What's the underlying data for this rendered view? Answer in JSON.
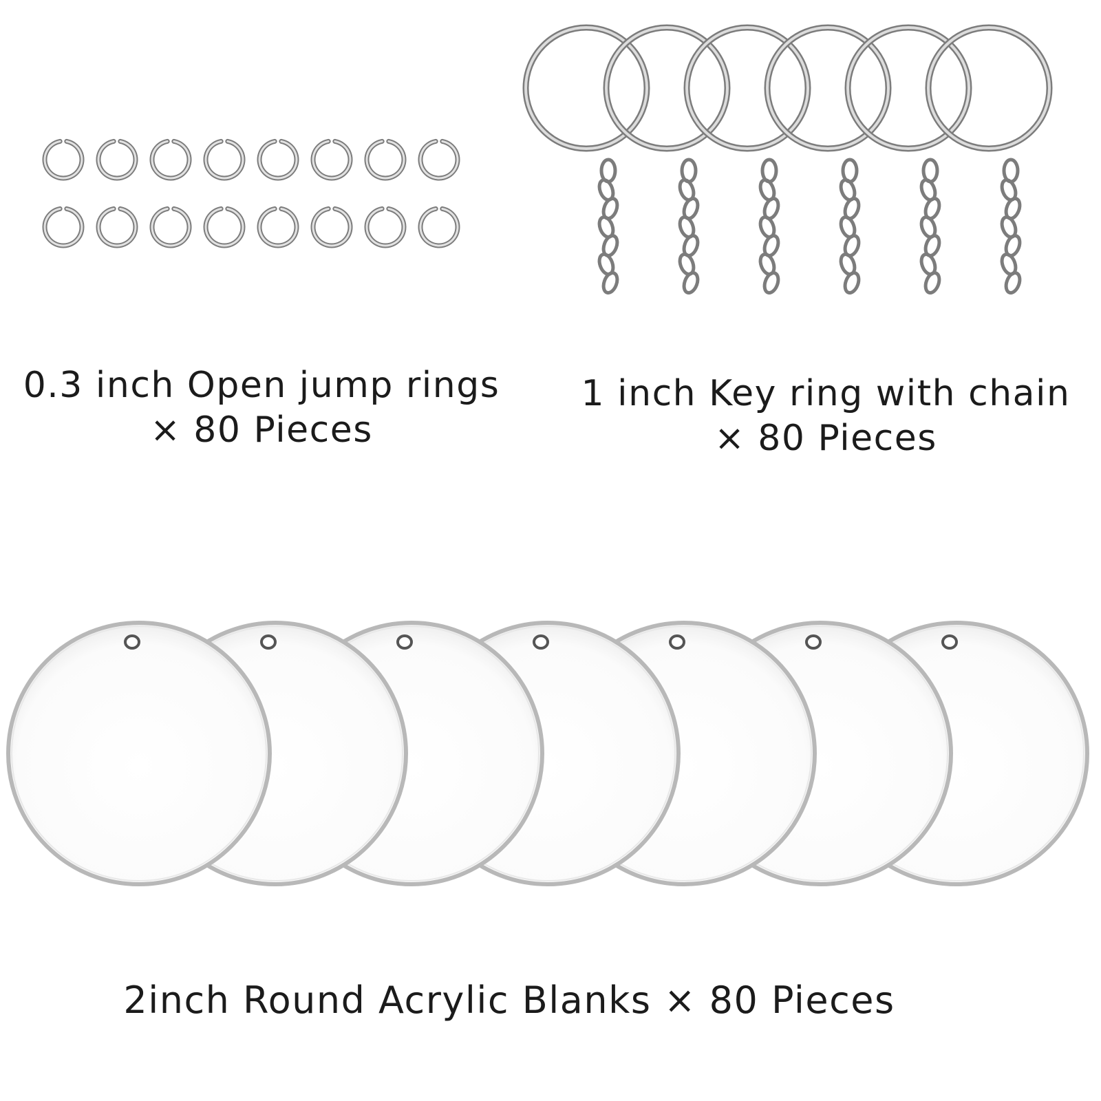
{
  "products": {
    "jump_rings": {
      "line1": "0.3 inch Open jump rings",
      "line2": "× 80 Pieces",
      "icon": "jump-ring-icon"
    },
    "key_rings": {
      "line1": "1 inch Key ring with chain",
      "line2": "× 80 Pieces",
      "icon": "key-ring-icon"
    },
    "acrylic_blanks": {
      "line1": "2inch Round Acrylic Blanks × 80 Pieces",
      "icon": "acrylic-disc-icon"
    }
  },
  "colors": {
    "background": "#ffffff",
    "silver": "#a9a9a9",
    "silver_dark": "#7c7c7c",
    "disc_edge": "#b8b8b8",
    "text": "#1b1b1b"
  }
}
